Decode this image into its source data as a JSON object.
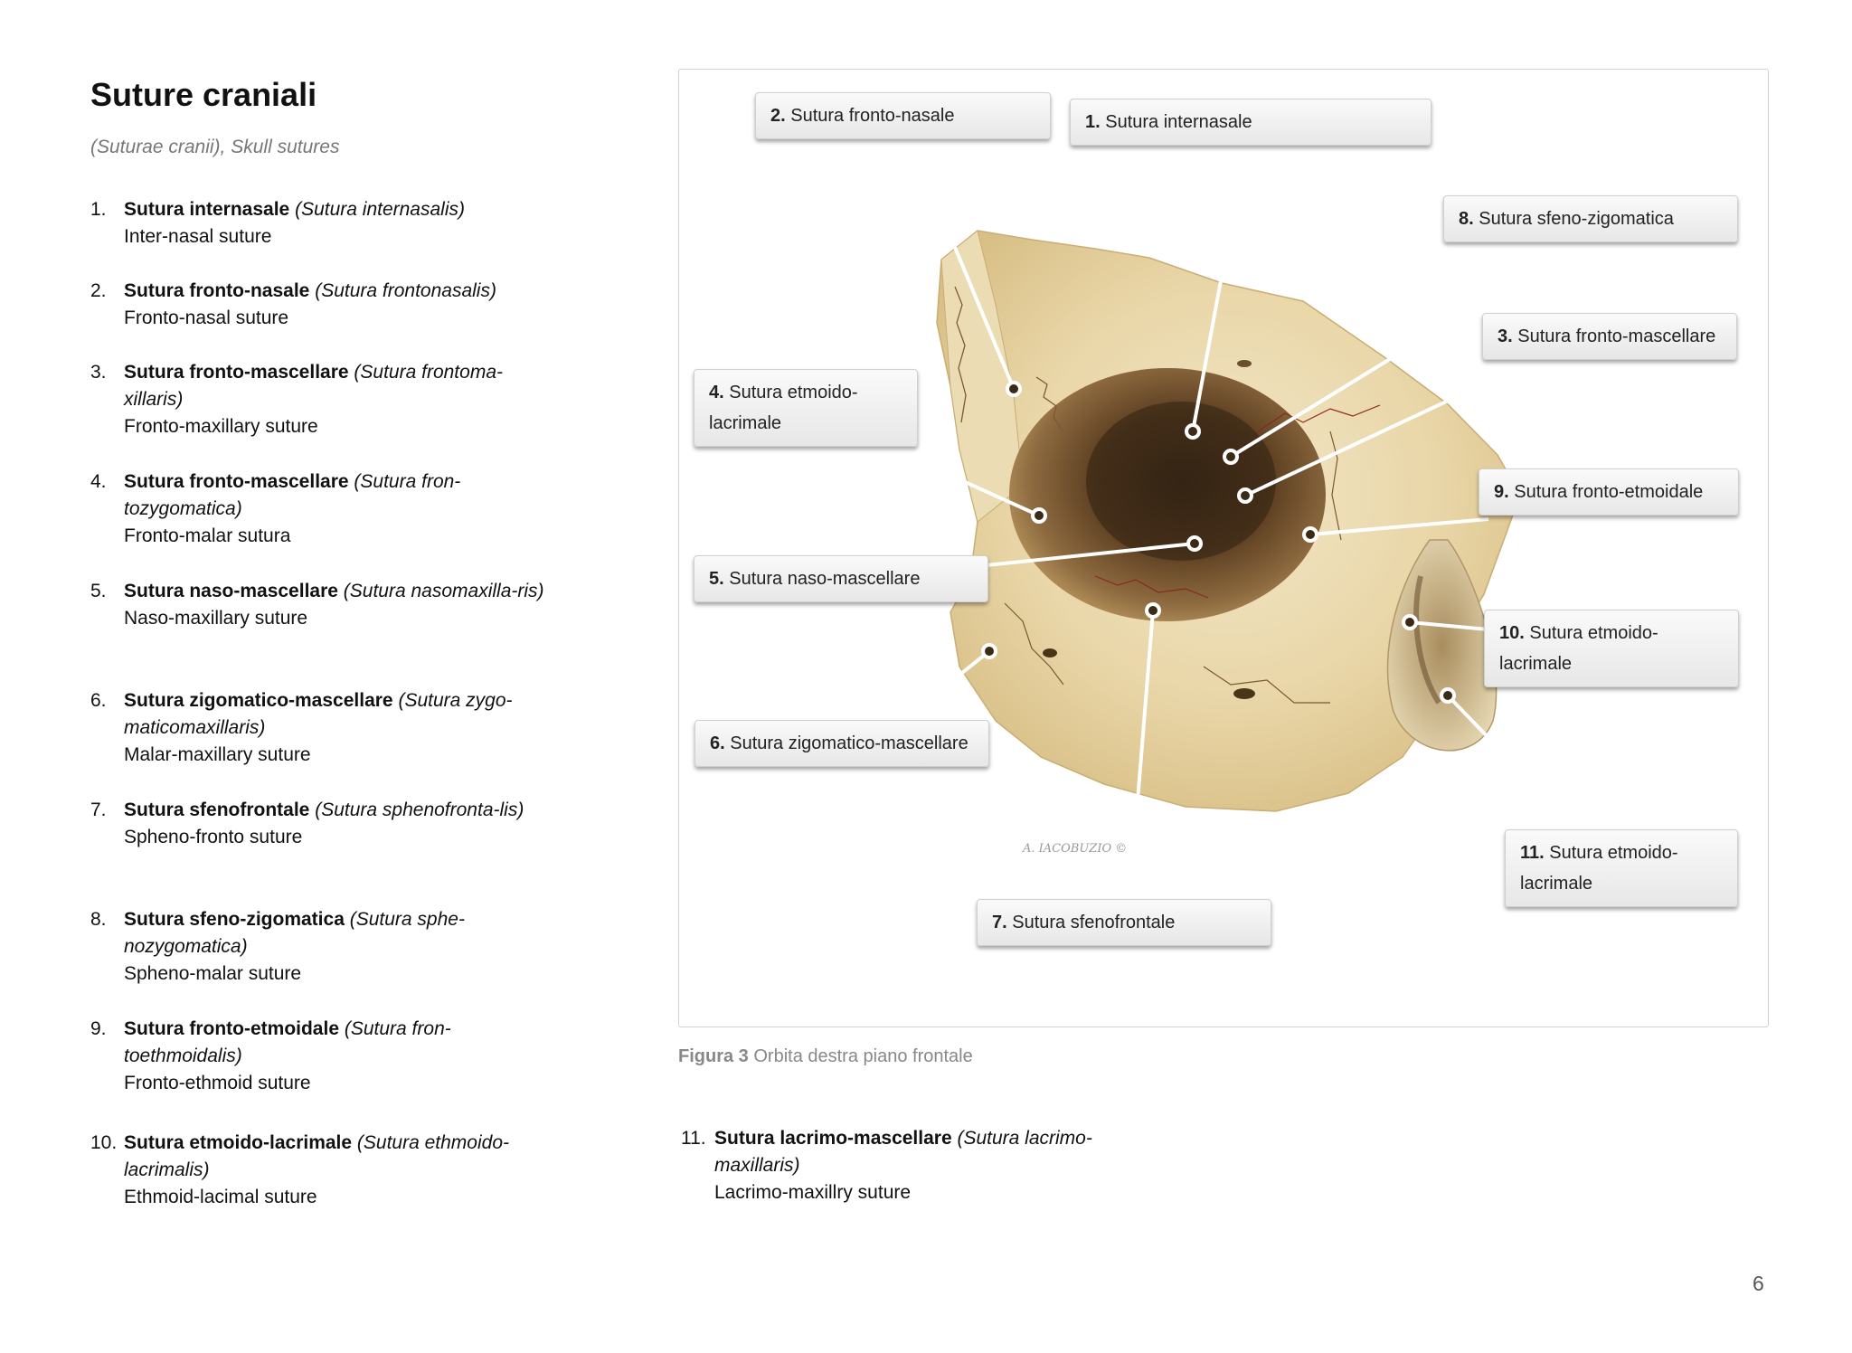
{
  "heading": {
    "title": "Suture craniali",
    "subtitle": "(Suturae cranii), Skull sutures"
  },
  "sutures": [
    {
      "num": "1.",
      "name": "Sutura internasale",
      "latin": "(Sutura internasalis)",
      "english": "Inter-nasal suture"
    },
    {
      "num": "2.",
      "name": "Sutura fronto-nasale",
      "latin": "(Sutura frontonasalis)",
      "english": "Fronto-nasal suture"
    },
    {
      "num": "3.",
      "name": "Sutura fronto-mascellare",
      "latin": "(Sutura frontoma-xillaris)",
      "english": "Fronto-maxillary suture"
    },
    {
      "num": "4.",
      "name": "Sutura fronto-mascellare",
      "latin": "(Sutura fron-tozygomatica)",
      "english": "Fronto-malar sutura"
    },
    {
      "num": "5.",
      "name": "Sutura naso-mascellare",
      "latin": "(Sutura nasomaxilla-ris)",
      "english": "Naso-maxillary suture"
    },
    {
      "num": "6.",
      "name": "Sutura zigomatico-mascellare",
      "latin": "(Sutura zygo-maticomaxillaris)",
      "english": "Malar-maxillary suture"
    },
    {
      "num": "7.",
      "name": "Sutura sfenofrontale",
      "latin": "(Sutura sphenofronta-lis)",
      "english": "Spheno-fronto suture"
    },
    {
      "num": "8.",
      "name": "Sutura sfeno-zigomatica",
      "latin": "(Sutura sphe-nozygomatica)",
      "english": "Spheno-malar suture"
    },
    {
      "num": "9.",
      "name": "Sutura fronto-etmoidale",
      "latin": "(Sutura fron-toethmoidalis)",
      "english": "Fronto-ethmoid suture"
    },
    {
      "num": "10.",
      "name": "Sutura etmoido-lacrimale",
      "latin": "(Sutura ethmoido-lacrimalis)",
      "english": "Ethmoid-lacimal suture"
    },
    {
      "num": "11.",
      "name": "Sutura lacrimo-mascellare",
      "latin": "(Sutura lacrimo-maxillaris)",
      "english": "Lacrimo-maxillry suture"
    }
  ],
  "figure": {
    "labels": [
      {
        "num": "2.",
        "text": "Sutura fronto-nasale"
      },
      {
        "num": "1.",
        "text": "Sutura internasale"
      },
      {
        "num": "8.",
        "text": "Sutura sfeno-zigomatica"
      },
      {
        "num": "3.",
        "text": "Sutura fronto-mascellare"
      },
      {
        "num": "4.",
        "text": "Sutura etmoido-lacrimale"
      },
      {
        "num": "9.",
        "text": "Sutura fronto-etmoidale"
      },
      {
        "num": "5.",
        "text": "Sutura naso-mascellare"
      },
      {
        "num": "10.",
        "text": "Sutura etmoido-lacrimale"
      },
      {
        "num": "6.",
        "text": "Sutura zigomatico-mascellare"
      },
      {
        "num": "11.",
        "text": "Sutura etmoido-lacrimale"
      },
      {
        "num": "7.",
        "text": "Sutura sfenofrontale"
      }
    ],
    "signature": "A. IACOBUZIO ©",
    "caption_label": "Figura 3",
    "caption_text": "Orbita destra piano frontale"
  },
  "page_number": "6"
}
